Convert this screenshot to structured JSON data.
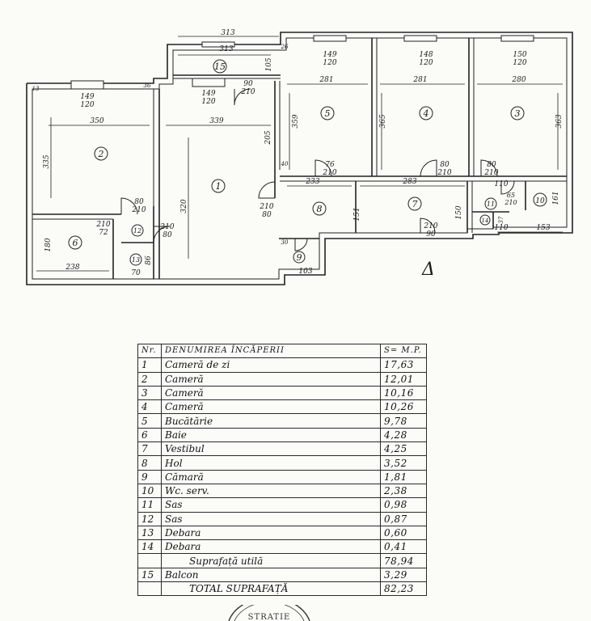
{
  "plan": {
    "rooms": [
      {
        "id": "room-1",
        "num": "1"
      },
      {
        "id": "room-2",
        "num": "2"
      },
      {
        "id": "room-3",
        "num": "3"
      },
      {
        "id": "room-4",
        "num": "4"
      },
      {
        "id": "room-5",
        "num": "5"
      },
      {
        "id": "room-6",
        "num": "6"
      },
      {
        "id": "room-7",
        "num": "7"
      },
      {
        "id": "room-8",
        "num": "8"
      },
      {
        "id": "room-9",
        "num": "9"
      },
      {
        "id": "room-10",
        "num": "10"
      },
      {
        "id": "room-11",
        "num": "11"
      },
      {
        "id": "room-12",
        "num": "12"
      },
      {
        "id": "room-13",
        "num": "13"
      },
      {
        "id": "room-14",
        "num": "14"
      },
      {
        "id": "room-15",
        "num": "15"
      }
    ],
    "dimensions": [
      "313",
      "313",
      "149",
      "120",
      "149",
      "120",
      "148",
      "120",
      "150",
      "120",
      "149",
      "120",
      "350",
      "339",
      "281",
      "281",
      "280",
      "335",
      "320",
      "205",
      "359",
      "365",
      "363",
      "233",
      "283",
      "153",
      "238",
      "180",
      "151",
      "150",
      "161",
      "103",
      "110",
      "110",
      "70",
      "86",
      "37",
      "30",
      "13",
      "36",
      "26",
      "30",
      "40",
      "90",
      "210",
      "80",
      "210",
      "76",
      "210",
      "80",
      "210",
      "80",
      "210",
      "65",
      "210",
      "210",
      "90",
      "210",
      "80",
      "210",
      "80",
      "210",
      "72",
      "210",
      "90",
      "210",
      "105"
    ],
    "entrance_mark": "Δ"
  },
  "table": {
    "headers": {
      "nr": "Nr.",
      "name": "DENUMIREA ÎNCĂPERII",
      "area": "S= M.P."
    },
    "rows": [
      {
        "nr": "1",
        "name": "Cameră de zi",
        "area": "17,63"
      },
      {
        "nr": "2",
        "name": "Cameră",
        "area": "12,01"
      },
      {
        "nr": "3",
        "name": "Cameră",
        "area": "10,16"
      },
      {
        "nr": "4",
        "name": "Cameră",
        "area": "10,26"
      },
      {
        "nr": "5",
        "name": "Bucătărie",
        "area": "9,78"
      },
      {
        "nr": "6",
        "name": "Baie",
        "area": "4,28"
      },
      {
        "nr": "7",
        "name": "Vestibul",
        "area": "4,25"
      },
      {
        "nr": "8",
        "name": "Hol",
        "area": "3,52"
      },
      {
        "nr": "9",
        "name": "Cămară",
        "area": "1,81"
      },
      {
        "nr": "10",
        "name": "Wc. serv.",
        "area": "2,38"
      },
      {
        "nr": "11",
        "name": "Sas",
        "area": "0,98"
      },
      {
        "nr": "12",
        "name": "Sas",
        "area": "0,87"
      },
      {
        "nr": "13",
        "name": "Debara",
        "area": "0,60"
      },
      {
        "nr": "14",
        "name": "Debara",
        "area": "0,41"
      }
    ],
    "subtotal": {
      "label": "Suprafață utilă",
      "area": "78,94"
    },
    "balcony": {
      "nr": "15",
      "name": "Balcon",
      "area": "3,29"
    },
    "total": {
      "label": "TOTAL SUPRAFAȚĂ",
      "area": "82,23"
    }
  },
  "stamp": {
    "text": "STRATIE"
  }
}
